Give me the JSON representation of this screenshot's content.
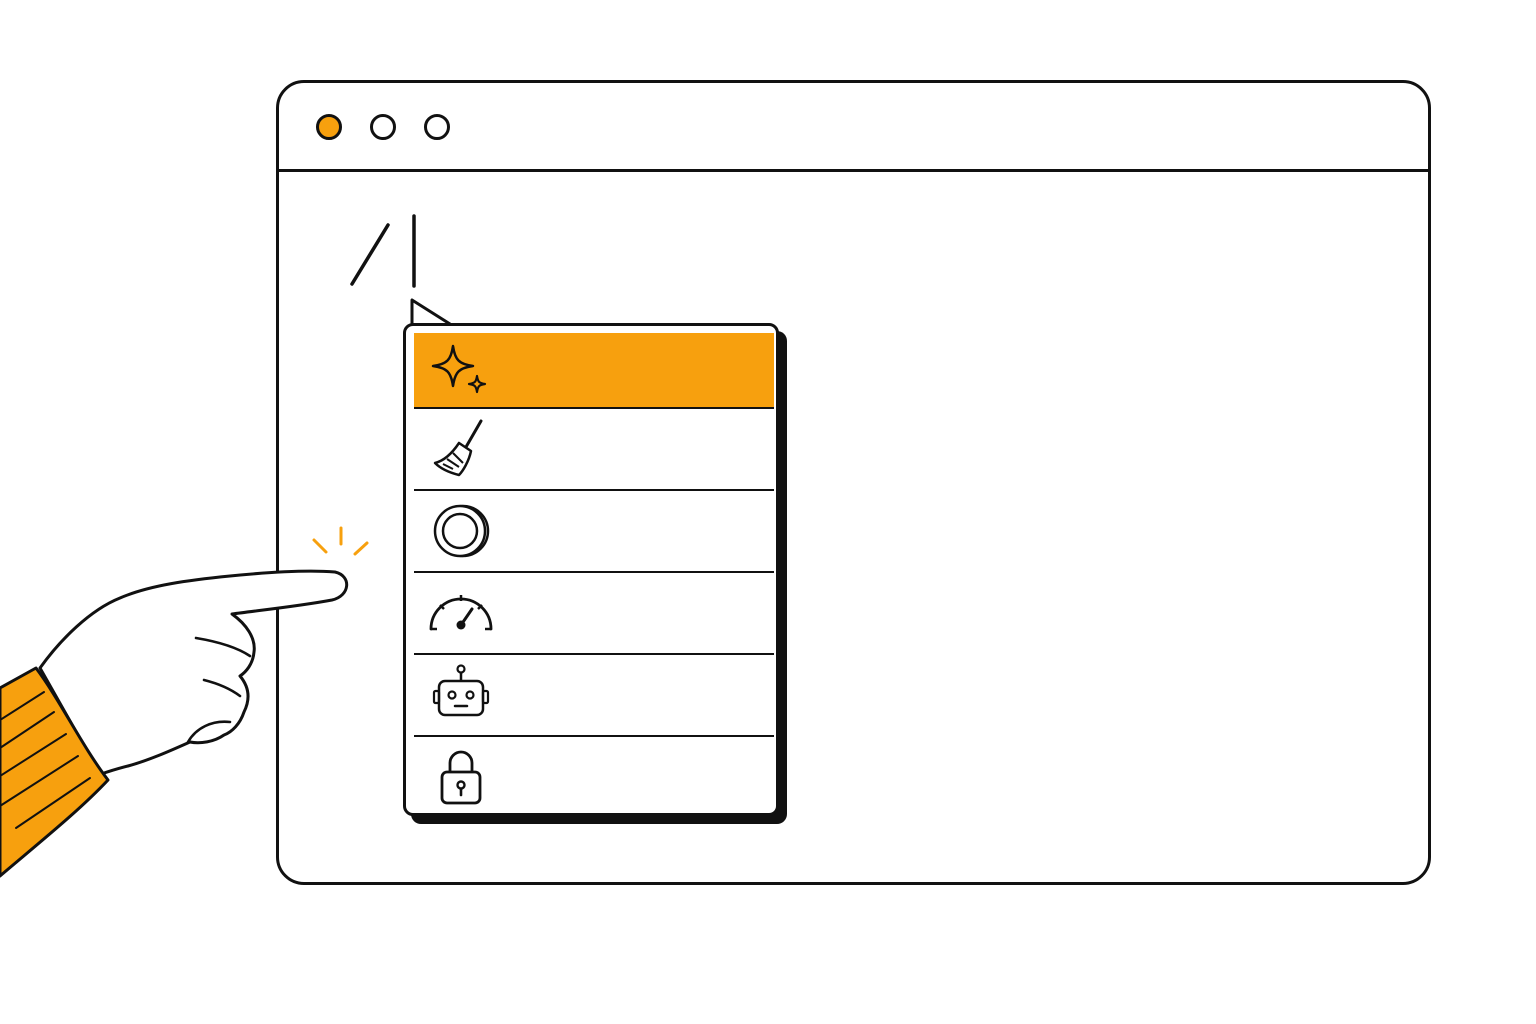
{
  "colors": {
    "accent": "#F7A00E",
    "stroke": "#111111",
    "background": "#FFFFFF"
  },
  "window": {
    "traffic_lights": [
      {
        "name": "window-dot-active",
        "color": "#F7A00E"
      },
      {
        "name": "window-dot",
        "color": "#FFFFFF"
      },
      {
        "name": "window-dot",
        "color": "#FFFFFF"
      }
    ]
  },
  "editor": {
    "command_input": "/"
  },
  "command_menu": {
    "selected_index": 0,
    "items": [
      {
        "icon": "sparkles-icon",
        "label": ""
      },
      {
        "icon": "broom-icon",
        "label": ""
      },
      {
        "icon": "coin-icon",
        "label": ""
      },
      {
        "icon": "speedometer-icon",
        "label": ""
      },
      {
        "icon": "robot-icon",
        "label": ""
      },
      {
        "icon": "lock-icon",
        "label": ""
      }
    ]
  }
}
